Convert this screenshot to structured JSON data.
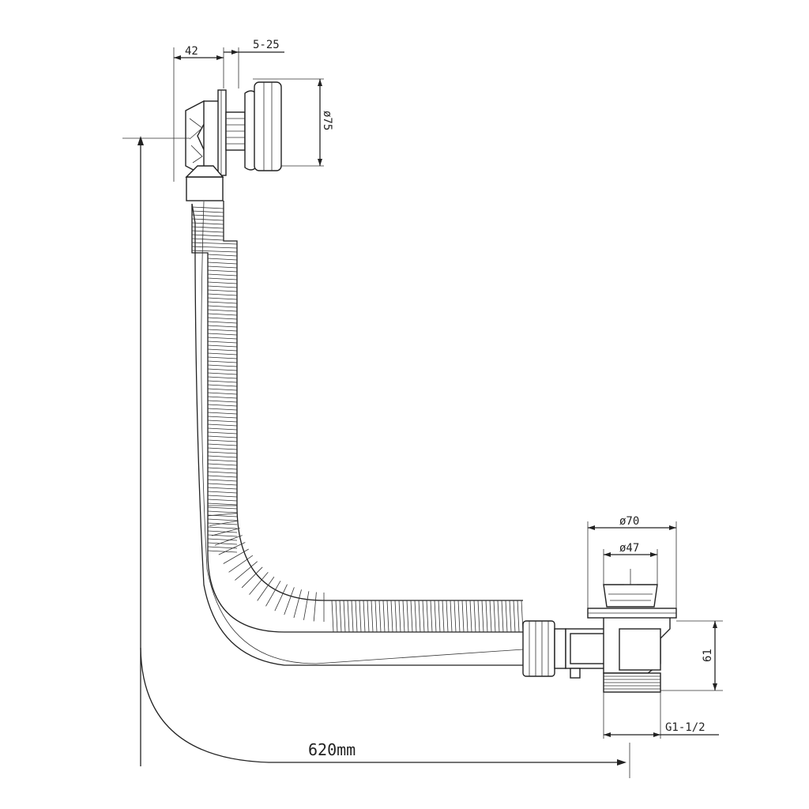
{
  "dimensions": {
    "overflow_depth": "42",
    "adjust_range": "5-25",
    "overflow_diameter": "ø75",
    "waste_outer_diameter": "ø70",
    "waste_inner_diameter": "ø47",
    "waste_height": "61",
    "thread": "G1-1/2",
    "cable_length": "620mm"
  }
}
